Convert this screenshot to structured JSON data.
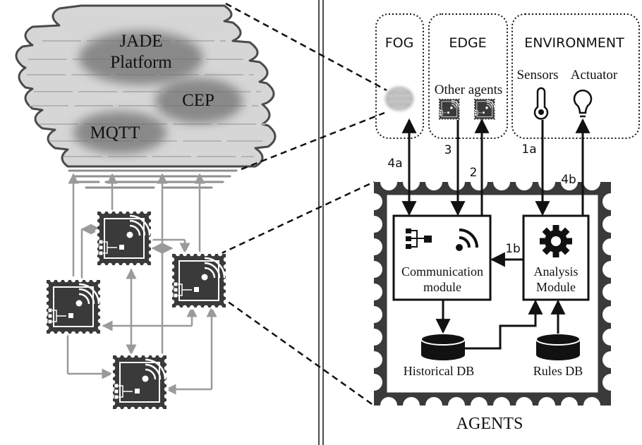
{
  "cloud": {
    "jade_line1": "JADE",
    "jade_line2": "Platform",
    "cep": "CEP",
    "mqtt": "MQTT"
  },
  "groups": {
    "fog": "FOG",
    "edge": "EDGE",
    "environment": "ENVIRONMENT"
  },
  "labels": {
    "other_agents": "Other agents",
    "sensors": "Sensors",
    "actuator": "Actuator"
  },
  "arrows": {
    "a4a": "4a",
    "a3": "3",
    "a2": "2",
    "a1a": "1a",
    "a4b": "4b",
    "a1b": "1b"
  },
  "modules": {
    "communication_line1": "Communication",
    "communication_line2": "module",
    "analysis_line1": "Analysis",
    "analysis_line2": "Module"
  },
  "databases": {
    "historical": "Historical DB",
    "rules": "Rules DB"
  },
  "caption": "AGENTS",
  "icons": [
    "cloud-icon",
    "agent-chip-icon",
    "thermometer-icon",
    "lightbulb-icon",
    "flowchart-icon",
    "wifi-signal-icon",
    "gear-icon",
    "database-icon"
  ]
}
